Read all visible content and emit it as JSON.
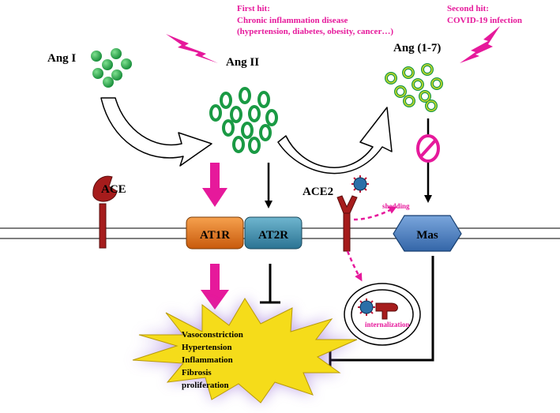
{
  "hits": {
    "first": {
      "title": "First hit:",
      "line1": "Chronic inflammation disease",
      "line2": "(hypertension, diabetes, obesity, cancer…)"
    },
    "second": {
      "title": "Second hit:",
      "line1": "COVID-19 infection"
    }
  },
  "molecules": {
    "ang1": "Ang I",
    "ang2": "Ang II",
    "ang17": "Ang (1-7)"
  },
  "enzymes": {
    "ace": "ACE",
    "ace2": "ACE2"
  },
  "receptors": {
    "at1r": "AT1R",
    "at2r": "AT2R",
    "mas": "Mas"
  },
  "annotations": {
    "shedding": "shedding",
    "internalization": "internalization"
  },
  "effects": [
    "Vasoconstriction",
    "Hypertension",
    "Inflammation",
    "Fibrosis",
    "proliferation"
  ],
  "colors": {
    "magenta": "#e6199b",
    "ace_red": "#a61c1c",
    "at1r_orange": "#e8761a",
    "at2r_teal": "#3b8fb0",
    "mas_blue": "#4a7fc1",
    "green_dark": "#15803d",
    "green_light": "#2fbf4f",
    "yellow_lime": "#c8d62a",
    "burst_yellow": "#f5dc1a",
    "glow_purple": "#8a5ad0"
  }
}
